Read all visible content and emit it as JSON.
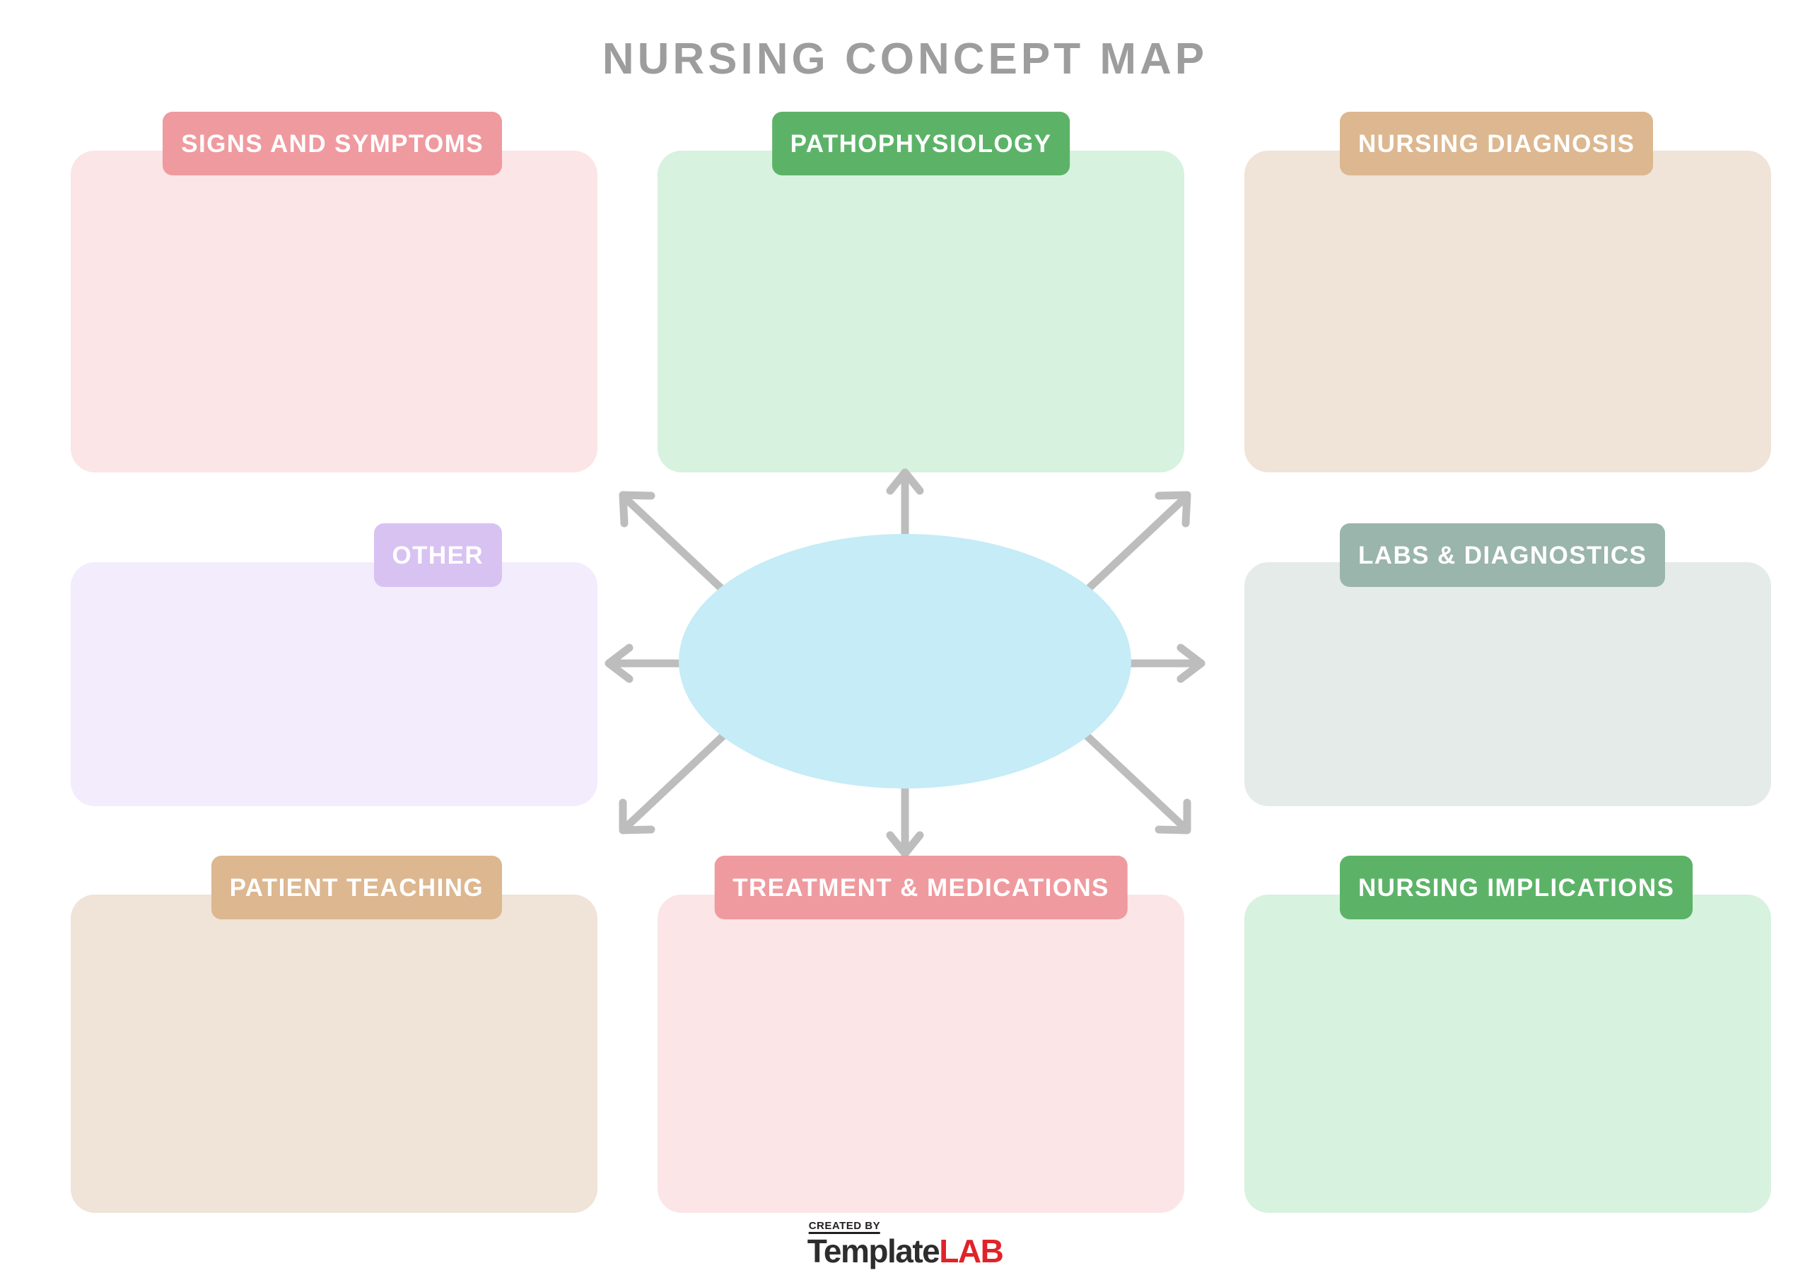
{
  "page": {
    "title": "NURSING CONCEPT MAP",
    "background_color": "#ffffff",
    "title_color": "#9d9d9d"
  },
  "center": {
    "shape": "ellipse",
    "fill_color": "#c5ecf7",
    "label": "",
    "arrow_color": "#bdbdbd",
    "arrow_directions": [
      "up",
      "down",
      "left",
      "right",
      "up-left",
      "up-right",
      "down-left",
      "down-right"
    ]
  },
  "cards": [
    {
      "id": "signs-and-symptoms",
      "label": "SIGNS AND SYMPTOMS",
      "content": "",
      "header_color": "#ef9a9f",
      "body_color": "#fbe5e6",
      "row": "top",
      "column": "left",
      "header_align": "right"
    },
    {
      "id": "pathophysiology",
      "label": "PATHOPHYSIOLOGY",
      "content": "",
      "header_color": "#5cb368",
      "body_color": "#d7f2de",
      "row": "top",
      "column": "middle",
      "header_align": "center"
    },
    {
      "id": "nursing-diagnosis",
      "label": "NURSING DIAGNOSIS",
      "content": "",
      "header_color": "#dcb790",
      "body_color": "#f0e3d7",
      "row": "top",
      "column": "right",
      "header_align": "left"
    },
    {
      "id": "other",
      "label": "OTHER",
      "content": "",
      "header_color": "#d7c2f2",
      "body_color": "#f3ecfd",
      "row": "middle",
      "column": "left",
      "header_align": "right"
    },
    {
      "id": "labs-and-diagnostics",
      "label": "LABS & DIAGNOSTICS",
      "content": "",
      "header_color": "#9ab5ab",
      "body_color": "#e5ebe8",
      "row": "middle",
      "column": "right",
      "header_align": "left"
    },
    {
      "id": "patient-teaching",
      "label": "PATIENT TEACHING",
      "content": "",
      "header_color": "#dcb790",
      "body_color": "#f0e3d7",
      "row": "bottom",
      "column": "left",
      "header_align": "right"
    },
    {
      "id": "treatment-and-medications",
      "label": "TREATMENT & MEDICATIONS",
      "content": "",
      "header_color": "#ef9a9f",
      "body_color": "#fbe5e6",
      "row": "bottom",
      "column": "middle",
      "header_align": "center"
    },
    {
      "id": "nursing-implications",
      "label": "NURSING IMPLICATIONS",
      "content": "",
      "header_color": "#5cb368",
      "body_color": "#d7f2de",
      "row": "bottom",
      "column": "right",
      "header_align": "left"
    }
  ],
  "footer": {
    "created_by": "CREATED BY",
    "brand_first": "Template",
    "brand_second": "LAB",
    "brand_first_color": "#2d2d2d",
    "brand_second_color": "#e02329"
  }
}
